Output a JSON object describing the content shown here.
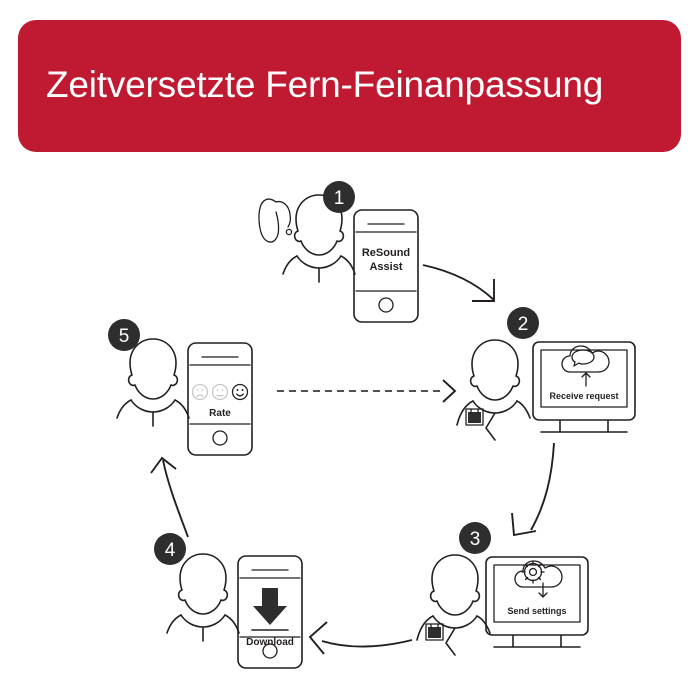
{
  "banner": {
    "title": "Zeitversetzte Fern-Feinanpassung",
    "background_color": "#bf1a31",
    "text_color": "#ffffff"
  },
  "diagram": {
    "type": "cyclical-process-flow",
    "step_count": 5,
    "line_color": "#231f20",
    "badge_color": "#2e2e2e",
    "steps": [
      {
        "number": "1",
        "actor": "hearing-aid-user",
        "device": "smartphone",
        "screen_label_line1": "ReSound",
        "screen_label_line2": "Assist",
        "icons": [
          "hearing-aid-icon",
          "person-icon",
          "phone-icon"
        ]
      },
      {
        "number": "2",
        "actor": "hearing-care-professional",
        "device": "desktop-monitor",
        "screen_label": "Receive request",
        "icons": [
          "cloud-icon",
          "speech-bubble-icon",
          "arrow-up-icon",
          "monitor-icon",
          "person-icon"
        ]
      },
      {
        "number": "3",
        "actor": "hearing-care-professional",
        "device": "desktop-monitor",
        "screen_label": "Send settings",
        "icons": [
          "cloud-icon",
          "gear-icon",
          "arrow-down-icon",
          "monitor-icon",
          "person-icon"
        ]
      },
      {
        "number": "4",
        "actor": "hearing-aid-user",
        "device": "smartphone",
        "screen_label": "Download",
        "icons": [
          "download-arrow-icon",
          "phone-icon",
          "person-icon"
        ]
      },
      {
        "number": "5",
        "actor": "hearing-aid-user",
        "device": "smartphone",
        "screen_label": "Rate",
        "icons": [
          "sad-face-icon",
          "neutral-face-icon",
          "happy-face-icon",
          "phone-icon",
          "person-icon"
        ],
        "rating_options": [
          "sad",
          "neutral",
          "happy"
        ],
        "rating_selected": "happy"
      }
    ],
    "connectors": [
      {
        "from": "1",
        "to": "2",
        "style": "solid-curved-arrow"
      },
      {
        "from": "2",
        "to": "3",
        "style": "solid-curved-arrow"
      },
      {
        "from": "3",
        "to": "4",
        "style": "solid-curved-arrow"
      },
      {
        "from": "4",
        "to": "5",
        "style": "solid-curved-arrow"
      },
      {
        "from": "5",
        "to": "2",
        "style": "dashed-straight-arrow"
      }
    ]
  }
}
